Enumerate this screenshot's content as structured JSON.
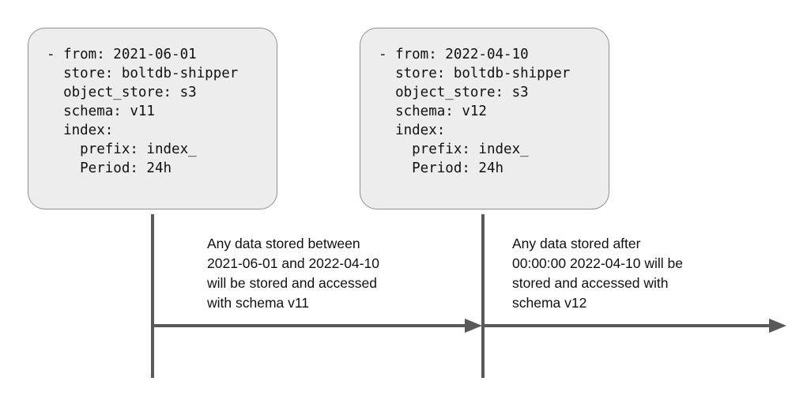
{
  "diagram": {
    "background_color": "#ffffff",
    "stroke_color": "#595959",
    "box_fill_color": "#ededed",
    "box_border_color": "#919191",
    "boxes": [
      {
        "id": "schema-v11",
        "config": "- from: 2021-06-01\n  store: boltdb-shipper\n  object_store: s3\n  schema: v11\n  index:\n    prefix: index_\n    Period: 24h"
      },
      {
        "id": "schema-v12",
        "config": "- from: 2022-04-10\n  store: boltdb-shipper\n  object_store: s3\n  schema: v12\n  index:\n    prefix: index_\n    Period: 24h"
      }
    ],
    "annotations": [
      {
        "id": "v11-period",
        "text": "Any data stored between\n2021-06-01 and 2022-04-10\nwill be stored and accessed\nwith schema v11"
      },
      {
        "id": "v12-period",
        "text": "Any data stored after\n00:00:00 2022-04-10 will be\nstored and accessed with\nschema v12"
      }
    ]
  }
}
